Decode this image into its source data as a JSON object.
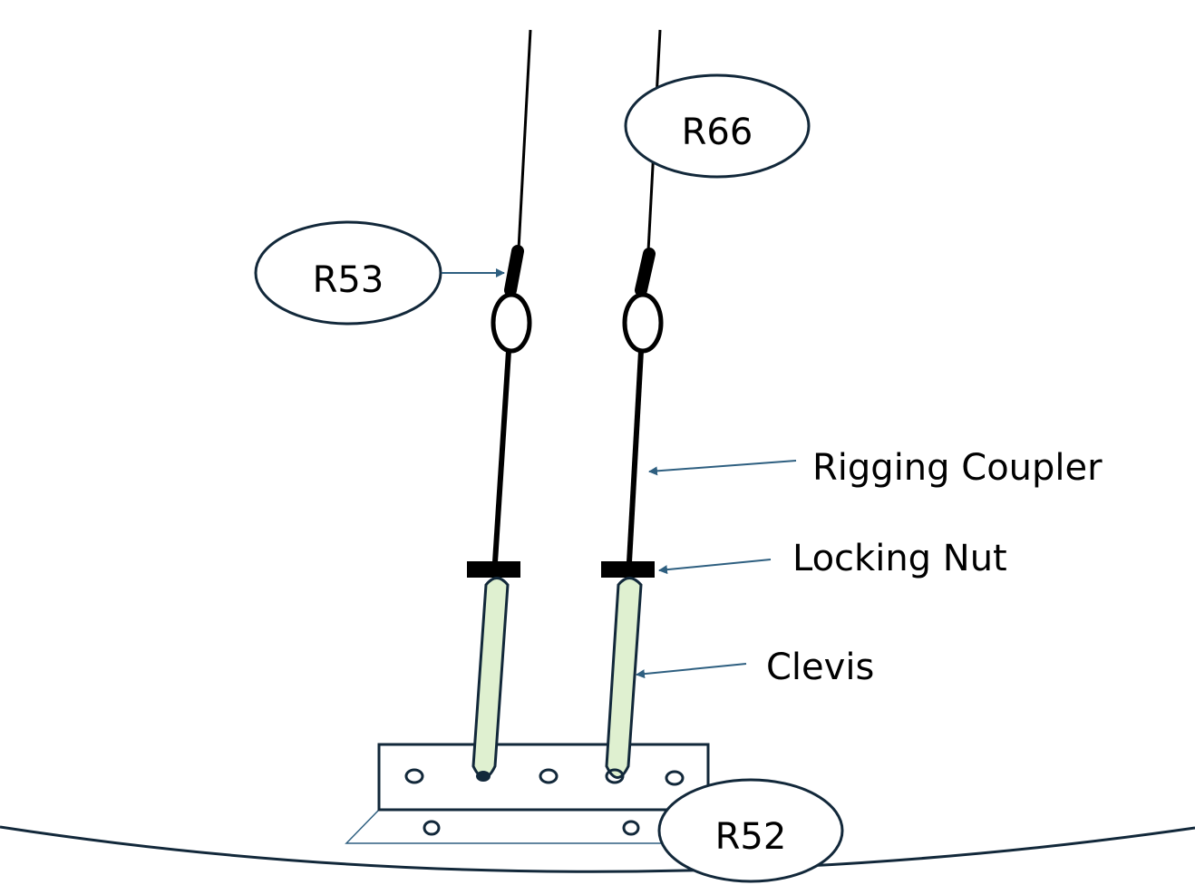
{
  "callouts": {
    "r66": "R66",
    "r53": "R53",
    "r52": "R52"
  },
  "labels": {
    "rigging_coupler": "Rigging Coupler",
    "locking_nut": "Locking Nut",
    "clevis": "Clevis"
  },
  "colors": {
    "arrow": "#2e5f80",
    "outline": "#12283a",
    "clevis_fill": "#dff0d0"
  }
}
